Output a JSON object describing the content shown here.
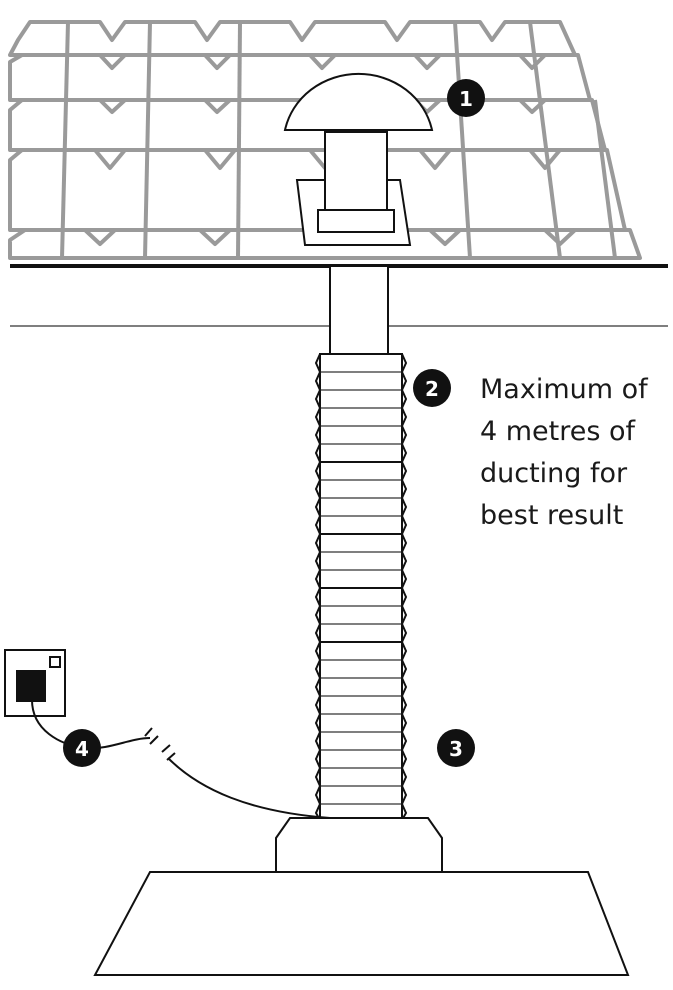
{
  "markers": [
    {
      "id": "1",
      "label": "1"
    },
    {
      "id": "2",
      "label": "2"
    },
    {
      "id": "3",
      "label": "3"
    },
    {
      "id": "4",
      "label": "4"
    }
  ],
  "callout": {
    "lines": [
      "Maximum of",
      "4 metres of",
      "ducting for",
      "best result"
    ]
  },
  "colors": {
    "ink": "#111111",
    "roof_tile": "#9a9a9a",
    "background": "#ffffff"
  }
}
